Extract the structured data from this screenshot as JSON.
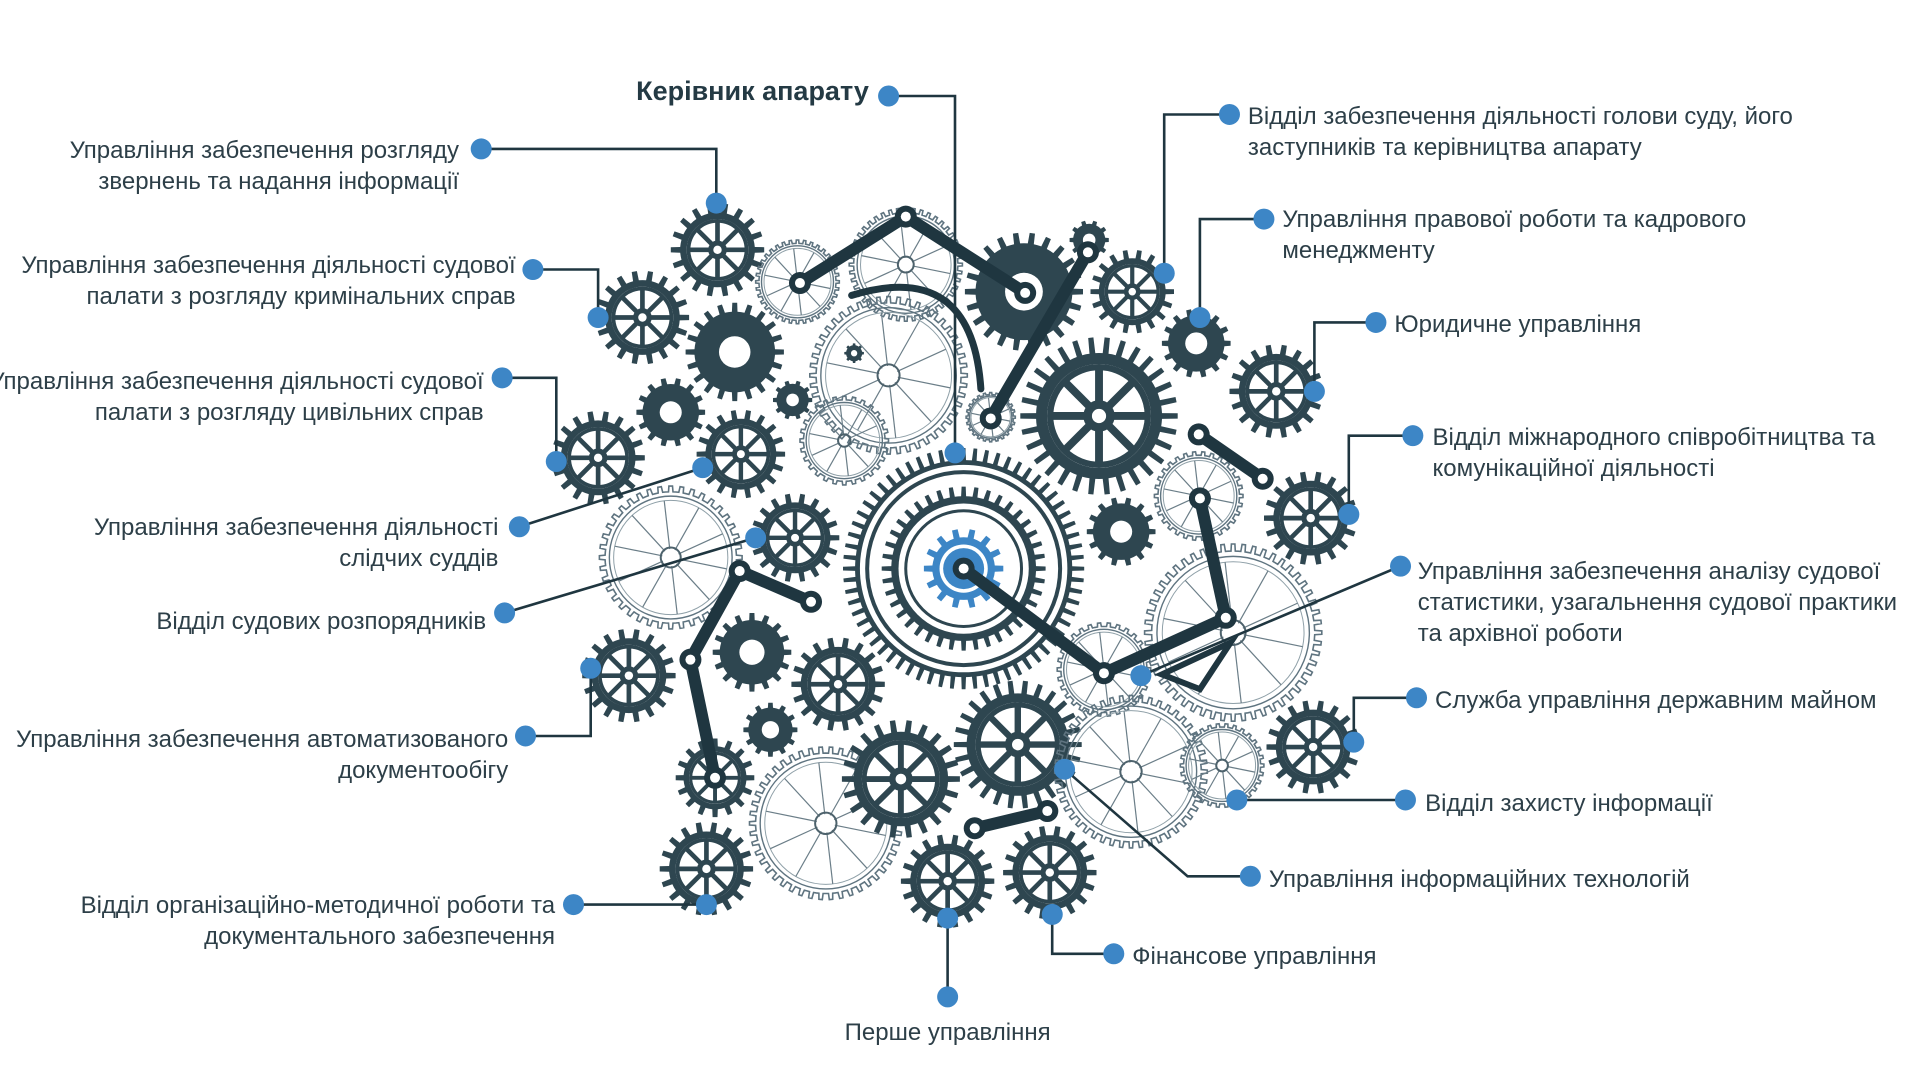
{
  "colors": {
    "gear": "#2e4650",
    "line": "#1f3640",
    "dot": "#3d86c6",
    "text": "#2d3f48",
    "center": "#3d86c6"
  },
  "head": {
    "label": "Керівник апарату"
  },
  "units": [
    {
      "id": "u1",
      "lines": [
        "Управління забезпечення розгляду",
        "звернень та надання інформації"
      ]
    },
    {
      "id": "u2",
      "lines": [
        "Управління забезпечення діяльності судової",
        "палати з розгляду кримінальних справ"
      ]
    },
    {
      "id": "u3",
      "lines": [
        "Управління забезпечення діяльності судової",
        "палати з розгляду цивільних справ"
      ]
    },
    {
      "id": "u4",
      "lines": [
        "Управління забезпечення діяльності",
        "слідчих суддів"
      ]
    },
    {
      "id": "u5",
      "lines": [
        "Відділ судових розпорядників"
      ]
    },
    {
      "id": "u6",
      "lines": [
        "Управління забезпечення автоматизованого",
        "документообігу"
      ]
    },
    {
      "id": "u7",
      "lines": [
        "Відділ організаційно-методичної роботи та",
        "документального забезпечення"
      ]
    },
    {
      "id": "u8",
      "lines": [
        "Перше управління"
      ]
    },
    {
      "id": "u9",
      "lines": [
        "Фінансове управління"
      ]
    },
    {
      "id": "u10",
      "lines": [
        "Управління інформаційних технологій"
      ]
    },
    {
      "id": "u11",
      "lines": [
        "Відділ захисту інформації"
      ]
    },
    {
      "id": "u12",
      "lines": [
        "Служба управління державним майном"
      ]
    },
    {
      "id": "u13",
      "lines": [
        "Управління забезпечення аналізу судової",
        "статистики, узагальнення судової практики",
        "та архівної роботи"
      ]
    },
    {
      "id": "u14",
      "lines": [
        "Відділ міжнародного співробітництва та",
        "комунікаційної діяльності"
      ]
    },
    {
      "id": "u15",
      "lines": [
        "Юридичне управління"
      ]
    },
    {
      "id": "u16",
      "lines": [
        "Управління правової роботи та кадрового",
        "менеджменту"
      ]
    },
    {
      "id": "u17",
      "lines": [
        "Відділ забезпечення діяльності голови суду, його",
        "заступників та керівництва апарату"
      ]
    }
  ]
}
